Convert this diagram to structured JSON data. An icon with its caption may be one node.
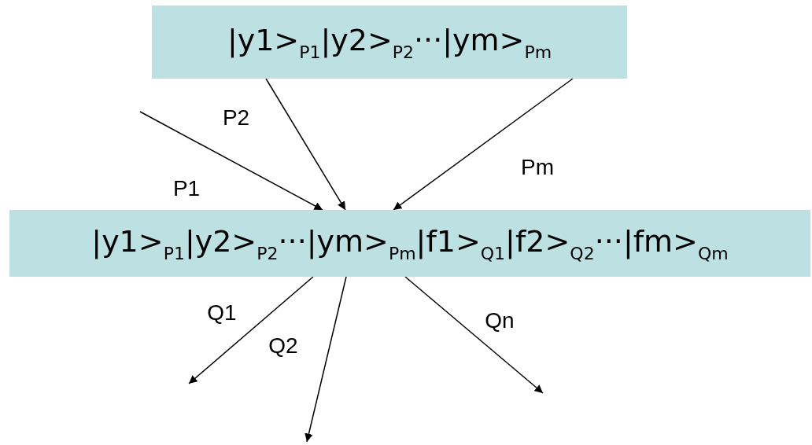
{
  "diagram": {
    "nodes": [
      {
        "text": [
          "|y1>$_{P1}$|y2>$_{P2}$···|ym>$_{Pm}$"
        ]
      },
      {
        "text": [
          "|y1>$_{P1}$|y2>$_{P2}$···|ym>$_{Pm}$|f1>$_{Q1}$|f2>$_{Q2}$···|fm>$_{Qm}$"
        ]
      }
    ],
    "edges": [
      {
        "from": null,
        "to": 1,
        "arrow": "to",
        "label": "P1"
      },
      {
        "from": 0,
        "to": 1,
        "arrow": "to",
        "label": "P2"
      },
      {
        "from": 0,
        "to": 1,
        "arrow": "to",
        "label": "Pm"
      },
      {
        "from": 1,
        "to": null,
        "arrow": "to",
        "label": "Q1"
      },
      {
        "from": 1,
        "to": null,
        "arrow": "to",
        "label": "Q2"
      },
      {
        "from": 1,
        "to": null,
        "arrow": "to",
        "label": "Qn"
      }
    ]
  }
}
